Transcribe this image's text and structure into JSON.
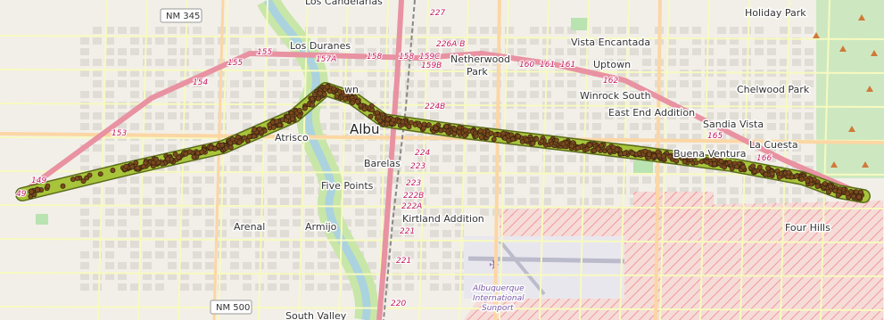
{
  "map": {
    "neighborhoods": [
      {
        "id": "los-duranes",
        "text": "Los Duranes"
      },
      {
        "id": "vista-encantada",
        "text": "Vista Encantada"
      },
      {
        "id": "holiday-park",
        "text": "Holiday Park"
      },
      {
        "id": "netherwood",
        "text": "Netherwood"
      },
      {
        "id": "park",
        "text": "Park"
      },
      {
        "id": "uptown",
        "text": "Uptown"
      },
      {
        "id": "winrock-south",
        "text": "Winrock South"
      },
      {
        "id": "chelwood-park",
        "text": "Chelwood Park"
      },
      {
        "id": "east-end-addition",
        "text": "East End Addition"
      },
      {
        "id": "sandia-vista",
        "text": "Sandia Vista"
      },
      {
        "id": "la-cuesta",
        "text": "La Cuesta"
      },
      {
        "id": "buena-ventura",
        "text": "Buena Ventura"
      },
      {
        "id": "atrisco",
        "text": "Atrisco"
      },
      {
        "id": "barelas",
        "text": "Barelas"
      },
      {
        "id": "five-points",
        "text": "Five Points"
      },
      {
        "id": "kirtland-addition",
        "text": "Kirtland Addition"
      },
      {
        "id": "arenal",
        "text": "Arenal"
      },
      {
        "id": "armijo",
        "text": "Armijo"
      },
      {
        "id": "four-hills",
        "text": "Four Hills"
      },
      {
        "id": "south-valley",
        "text": "South Valley"
      },
      {
        "id": "los-candelarias",
        "text": "Los Candelarias"
      },
      {
        "id": "albu",
        "text": "Albu"
      },
      {
        "id": "town",
        "text": "wn"
      }
    ],
    "airport": {
      "line1": "Albuquerque",
      "line2": "International",
      "line3": "Sunport"
    },
    "shields": [
      {
        "id": "nm-345",
        "text": "NM 345"
      },
      {
        "id": "nm-500",
        "text": "NM 500"
      }
    ],
    "exits": [
      {
        "id": "e155a",
        "text": "155"
      },
      {
        "id": "e155b",
        "text": "155"
      },
      {
        "id": "e154",
        "text": "154"
      },
      {
        "id": "e153",
        "text": "153"
      },
      {
        "id": "e149",
        "text": "149"
      },
      {
        "id": "e149b",
        "text": "49"
      },
      {
        "id": "e157a",
        "text": "157A"
      },
      {
        "id": "e158a",
        "text": "158"
      },
      {
        "id": "e158b",
        "text": "158"
      },
      {
        "id": "e159c",
        "text": "159C"
      },
      {
        "id": "e159b",
        "text": "159B"
      },
      {
        "id": "e226ab",
        "text": "226A B"
      },
      {
        "id": "e227",
        "text": "227"
      },
      {
        "id": "e160",
        "text": "160"
      },
      {
        "id": "e161a",
        "text": "161"
      },
      {
        "id": "e161b",
        "text": "161"
      },
      {
        "id": "e162",
        "text": "162"
      },
      {
        "id": "e165",
        "text": "165"
      },
      {
        "id": "e166",
        "text": "166"
      },
      {
        "id": "e224b",
        "text": "224B"
      },
      {
        "id": "e224",
        "text": "224"
      },
      {
        "id": "e223a",
        "text": "223"
      },
      {
        "id": "e223b",
        "text": "223"
      },
      {
        "id": "e222b",
        "text": "222B"
      },
      {
        "id": "e222a",
        "text": "222A"
      },
      {
        "id": "e221",
        "text": "221"
      },
      {
        "id": "e221b",
        "text": "221"
      },
      {
        "id": "e220",
        "text": "220"
      }
    ],
    "colors": {
      "land": "#f2efe9",
      "interstate": "#e892a2",
      "primary_road": "#fcd6a4",
      "secondary_road": "#f7fabf",
      "river": "#aad3df",
      "river_bank": "#c8e6a8",
      "park": "#b9e3b0",
      "military_hatch": "#f4a6a6",
      "track_buffer": "#a8c43a",
      "track_points": "#7a4a1e",
      "track_point_stroke": "#3a2410"
    },
    "track": {
      "description": "GPS points along a route across Albuquerque, shown over a buffered corridor"
    }
  }
}
